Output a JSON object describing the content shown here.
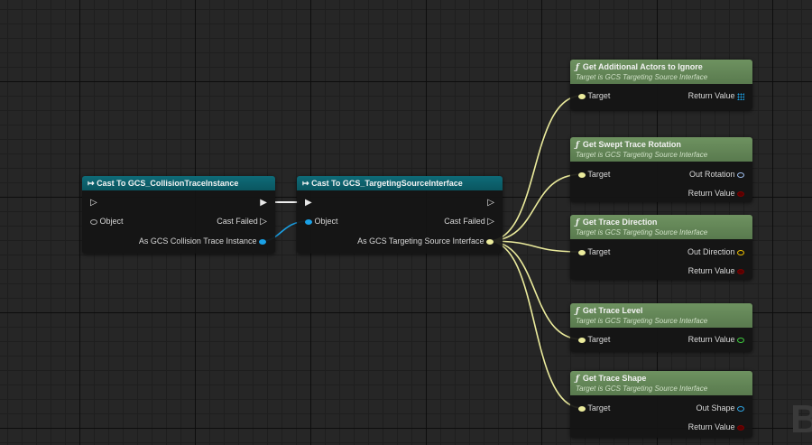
{
  "cast1": {
    "title": "Cast To GCS_CollisionTraceInstance",
    "object_label": "Object",
    "cast_failed_label": "Cast Failed",
    "output_label": "As GCS Collision Trace Instance"
  },
  "cast2": {
    "title": "Cast To GCS_TargetingSourceInterface",
    "object_label": "Object",
    "cast_failed_label": "Cast Failed",
    "output_label": "As GCS Targeting Source Interface"
  },
  "functions": [
    {
      "title": "Get Additional Actors to Ignore",
      "subtitle": "Target is GCS Targeting Source Interface",
      "target": "Target",
      "out1": "Return Value",
      "out2": ""
    },
    {
      "title": "Get Swept Trace Rotation",
      "subtitle": "Target is GCS Targeting Source Interface",
      "target": "Target",
      "out1": "Out Rotation",
      "out2": "Return Value"
    },
    {
      "title": "Get Trace Direction",
      "subtitle": "Target is GCS Targeting Source Interface",
      "target": "Target",
      "out1": "Out Direction",
      "out2": "Return Value"
    },
    {
      "title": "Get Trace Level",
      "subtitle": "Target is GCS Targeting Source Interface",
      "target": "Target",
      "out1": "Return Value",
      "out2": ""
    },
    {
      "title": "Get Trace Shape",
      "subtitle": "Target is GCS Targeting Source Interface",
      "target": "Target",
      "out1": "Out Shape",
      "out2": "Return Value"
    }
  ],
  "watermark": "B"
}
